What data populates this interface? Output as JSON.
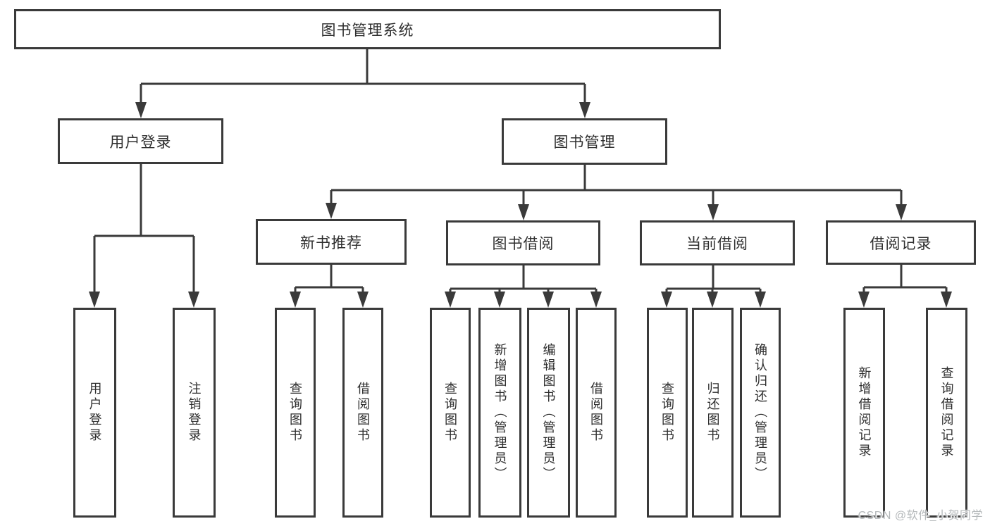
{
  "diagram": {
    "root": {
      "label": "图书管理系统",
      "children": [
        {
          "label": "用户登录",
          "children": [
            {
              "label": "用户登录"
            },
            {
              "label": "注销登录"
            }
          ]
        },
        {
          "label": "图书管理",
          "children": [
            {
              "label": "新书推荐",
              "children": [
                {
                  "label": "查询图书"
                },
                {
                  "label": "借阅图书"
                }
              ]
            },
            {
              "label": "图书借阅",
              "children": [
                {
                  "label": "查询图书"
                },
                {
                  "label": "新增图书（管理员）"
                },
                {
                  "label": "编辑图书（管理员）"
                },
                {
                  "label": "借阅图书"
                }
              ]
            },
            {
              "label": "当前借阅",
              "children": [
                {
                  "label": "查询图书"
                },
                {
                  "label": "归还图书"
                },
                {
                  "label": "确认归还（管理员）"
                }
              ]
            },
            {
              "label": "借阅记录",
              "children": [
                {
                  "label": "新增借阅记录"
                },
                {
                  "label": "查询借阅记录"
                }
              ]
            }
          ]
        }
      ]
    }
  },
  "watermark": {
    "text": "CSDN @软件_小贺同学"
  },
  "colors": {
    "line": "#3a3a3a",
    "text": "#2e2e2e",
    "background": "#ffffff",
    "watermark": "#b4b8ba"
  }
}
